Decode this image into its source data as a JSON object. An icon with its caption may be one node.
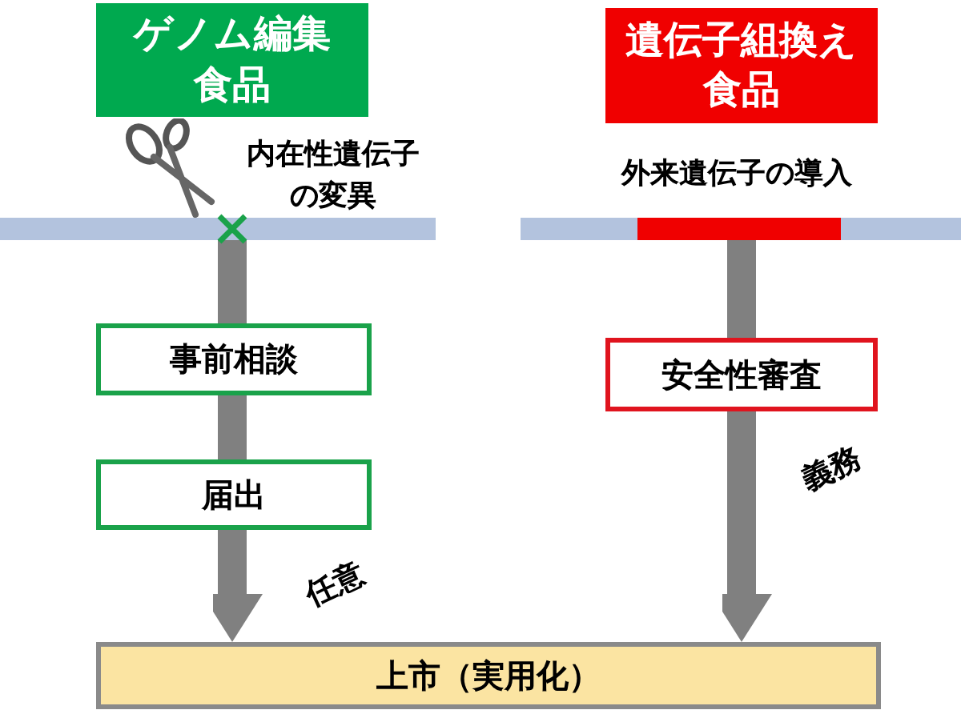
{
  "diagram": {
    "nodes": [
      {
        "text": [
          "ゲノム編集食品"
        ]
      },
      {
        "text": [
          "遺伝子組換え食品"
        ]
      },
      {
        "text": [],
        "shape": "bar",
        "beside": [
          "内在性遺伝子の変異"
        ]
      },
      {
        "text": [],
        "shape": "bar",
        "beside": [
          "外来遺伝子の導入"
        ]
      },
      {
        "text": [
          "事前相談"
        ]
      },
      {
        "text": [
          "届出"
        ]
      },
      {
        "text": [
          "安全性審査"
        ]
      },
      {
        "text": [
          "上市（実用化）"
        ]
      }
    ],
    "edges": [
      {
        "from": 2,
        "to": 4,
        "arrow": "none"
      },
      {
        "from": 4,
        "to": 5,
        "arrow": "none"
      },
      {
        "from": 5,
        "to": 7,
        "arrow": "to"
      },
      {
        "from": 3,
        "to": 6,
        "arrow": "none"
      },
      {
        "from": 6,
        "to": 7,
        "arrow": "to"
      }
    ],
    "labels": [
      "任意",
      "義務"
    ]
  }
}
